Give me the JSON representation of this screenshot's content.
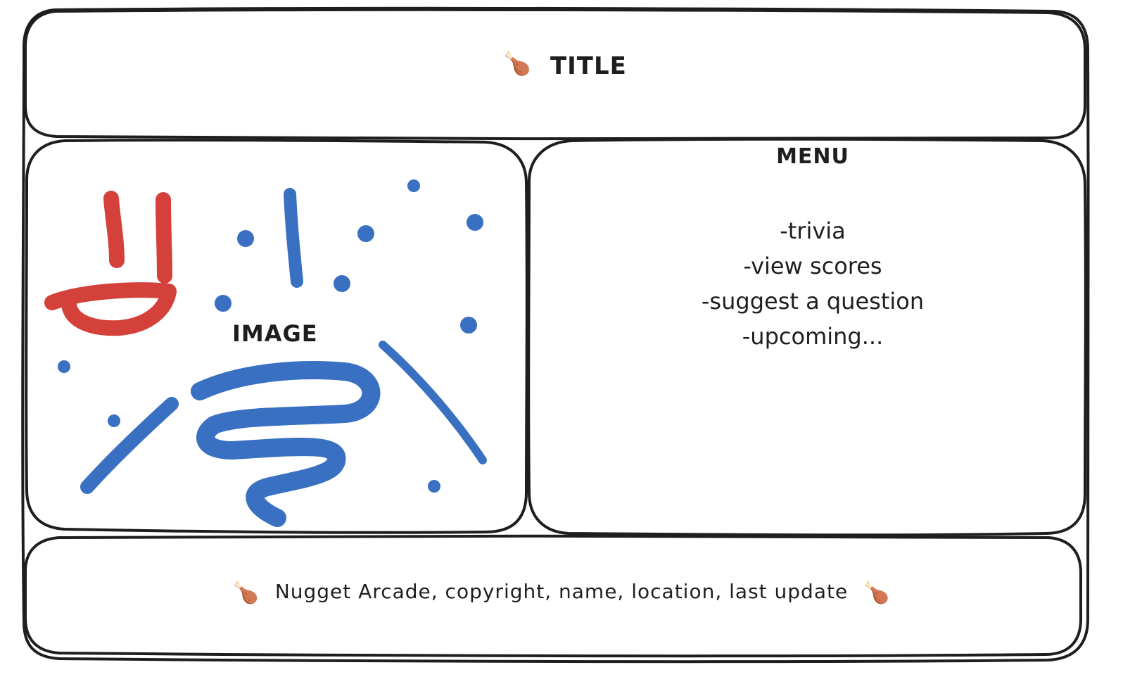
{
  "header": {
    "icon": "drumstick-icon",
    "icon_glyph": "🍗",
    "title": "TITLE"
  },
  "image_panel": {
    "label": "IMAGE",
    "colors": {
      "red_marks": "#d4403a",
      "blue_marks": "#3a70c2"
    }
  },
  "menu_panel": {
    "heading": "MENU",
    "items": [
      {
        "label": "-trivia"
      },
      {
        "label": "-view scores"
      },
      {
        "label": "-suggest a question"
      },
      {
        "label": "-upcoming..."
      }
    ]
  },
  "footer": {
    "icon": "drumstick-icon",
    "icon_glyph": "🍗",
    "text": "Nugget Arcade, copyright, name, location, last update"
  },
  "colors": {
    "stroke": "#1e1e1e",
    "background": "#ffffff"
  }
}
